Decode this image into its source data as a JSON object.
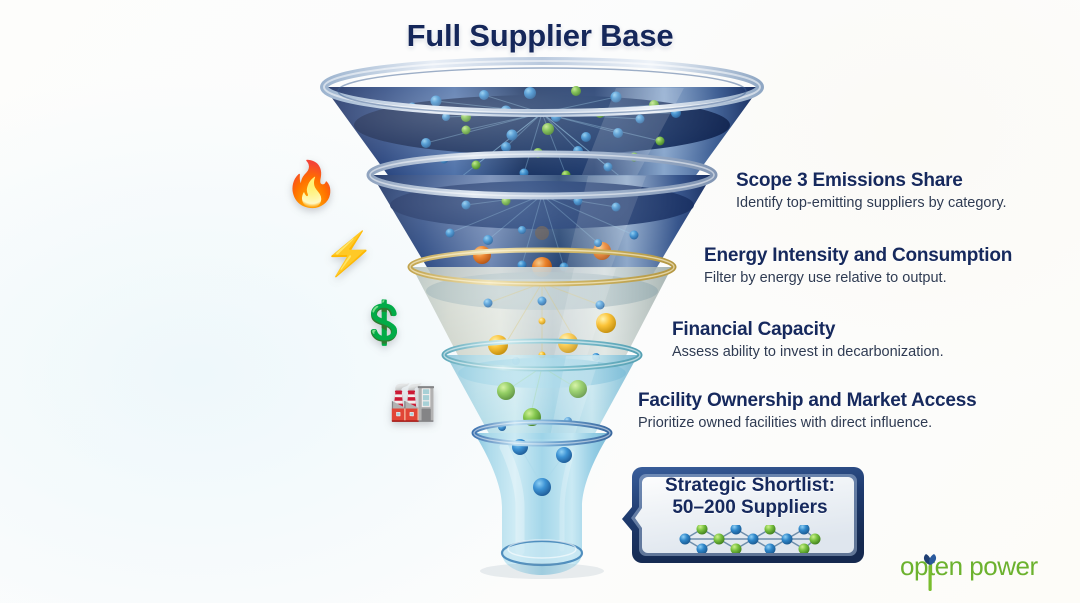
{
  "page": {
    "title": "Full Supplier Base",
    "background_color": "#fcfcfa",
    "accent_navy": "#16295d",
    "accent_green": "#7ac143",
    "accent_blue": "#2a7fc1"
  },
  "funnel": {
    "name": "supplier-prioritization-funnel",
    "tiers": [
      {
        "id": "tier-scope3",
        "label": "Scope 3 Emissions Share",
        "band_color": "#1b3668"
      },
      {
        "id": "tier-energy",
        "label": "Energy Intensity and Consumption",
        "band_color": "#c8a53a"
      },
      {
        "id": "tier-financial",
        "label": "Financial Capacity",
        "band_color": "#4fa8b8"
      },
      {
        "id": "tier-facility",
        "label": "Facility Ownership and Market Access",
        "band_color": "#7fc2e8"
      }
    ],
    "stem_label": "funnel-stem"
  },
  "stages": [
    {
      "icon": "fire-icon",
      "icon_glyph": "🔥",
      "icon_size": "44px",
      "title": "Scope 3 Emissions Share",
      "desc": "Identify top-emitting suppliers by category."
    },
    {
      "icon": "lightning-bolt-icon",
      "icon_glyph": "⚡",
      "icon_size": "42px",
      "title": "Energy Intensity and Consumption",
      "desc": "Filter by energy use relative to output."
    },
    {
      "icon": "dollar-sign-icon",
      "icon_glyph": "💲",
      "icon_size": "42px",
      "title": "Financial Capacity",
      "desc": "Assess ability to invest in decarbonization."
    },
    {
      "icon": "factory-gear-icon",
      "icon_glyph": "🏭",
      "icon_size": "38px",
      "title": "Facility Ownership and Market Access",
      "desc": "Prioritize owned facilities with direct influence."
    }
  ],
  "callout": {
    "name": "strategic-shortlist-callout",
    "line1": "Strategic Shortlist:",
    "line2": "50–200 Suppliers",
    "border_color": "#1e3a6d",
    "network_icon": "supplier-network-icon"
  },
  "logo": {
    "name": "opten-power-logo",
    "text": "opten power",
    "color": "#6cb22e",
    "leaf_icon": "leaf-sprout-icon"
  }
}
